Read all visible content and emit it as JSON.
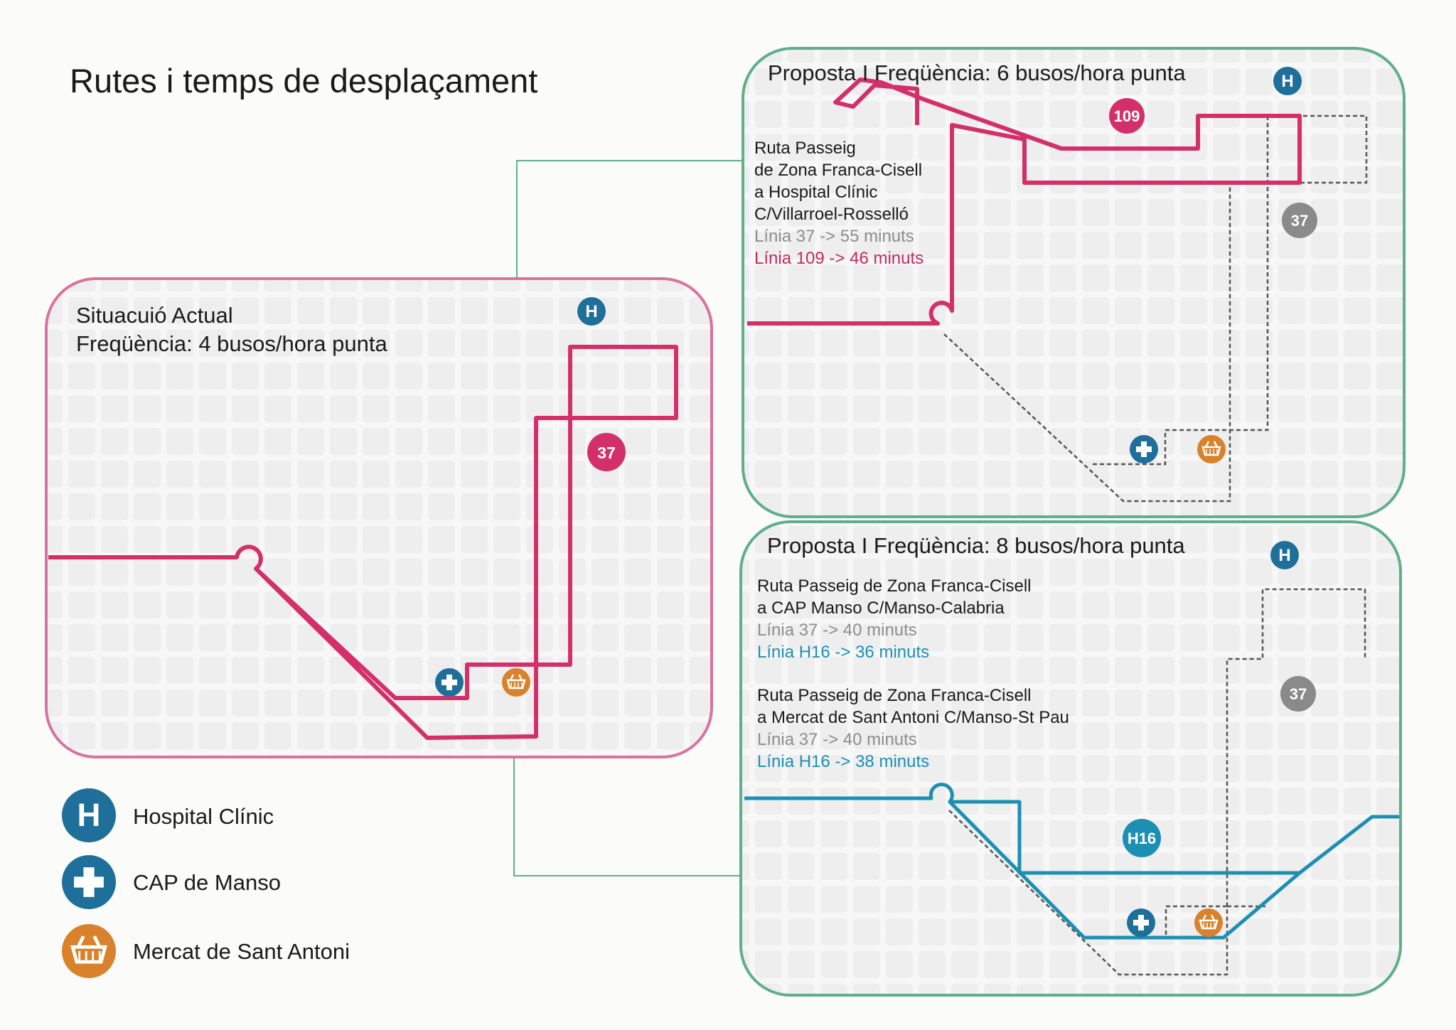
{
  "title": "Rutes i temps de desplaçament",
  "current": {
    "line1": "Situacuió Actual",
    "line2": "Freqüència: 4 busos/hora punta",
    "badge": "37"
  },
  "proposal_6": {
    "title": "Proposta I Freqüència: 6 busos/hora punta",
    "route_lines": [
      "Ruta Passeig",
      "de Zona Franca-Cisell",
      "a Hospital Clínic",
      "C/Villarroel-Rosselló"
    ],
    "line37": "Línia 37 -> 55 minuts",
    "line109": "Línia 109 -> 46 minuts",
    "badge_109": "109",
    "badge_37": "37"
  },
  "proposal_8": {
    "title": "Proposta I Freqüència: 8 busos/hora punta",
    "route1_lines": [
      "Ruta Passeig de Zona Franca-Cisell",
      "a CAP Manso C/Manso-Calabria"
    ],
    "route1_line37": "Línia 37 -> 40 minuts",
    "route1_lineH16": "Línia H16 -> 36 minuts",
    "route2_lines": [
      "Ruta Passeig de Zona Franca-Cisell",
      "a Mercat de Sant Antoni C/Manso-St Pau"
    ],
    "route2_line37": "Línia 37 -> 40 minuts",
    "route2_lineH16": "Línia H16 -> 38 minuts",
    "badge_H16": "H16",
    "badge_37": "37"
  },
  "legend": [
    {
      "icon": "hospital-icon",
      "label": "Hospital Clínic"
    },
    {
      "icon": "cap-health-center-icon",
      "label": "CAP de Manso"
    },
    {
      "icon": "market-basket-icon",
      "label": "Mercat de Sant Antoni"
    }
  ],
  "icon_letter_H": "H",
  "colors": {
    "pink": "#d3306a",
    "blue": "#1d8fb3",
    "gray": "#8a8a8a",
    "green": "#5fae8c",
    "orange": "#d9822b",
    "navy": "#1e6f9a"
  }
}
